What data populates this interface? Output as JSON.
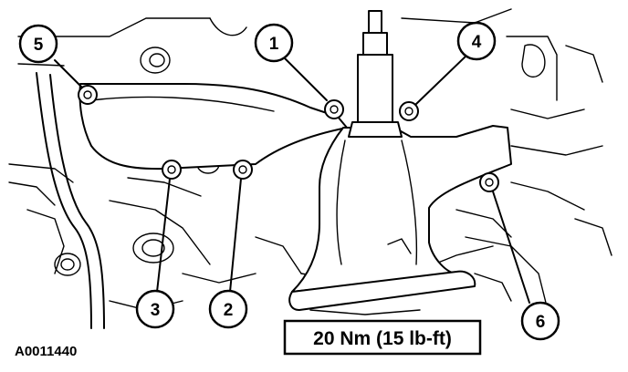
{
  "figure_id": "A0011440",
  "torque_spec": "20 Nm (15 lb-ft)",
  "callouts": [
    {
      "id": "1",
      "label": "1"
    },
    {
      "id": "2",
      "label": "2"
    },
    {
      "id": "3",
      "label": "3"
    },
    {
      "id": "4",
      "label": "4"
    },
    {
      "id": "5",
      "label": "5"
    },
    {
      "id": "6",
      "label": "6"
    }
  ]
}
